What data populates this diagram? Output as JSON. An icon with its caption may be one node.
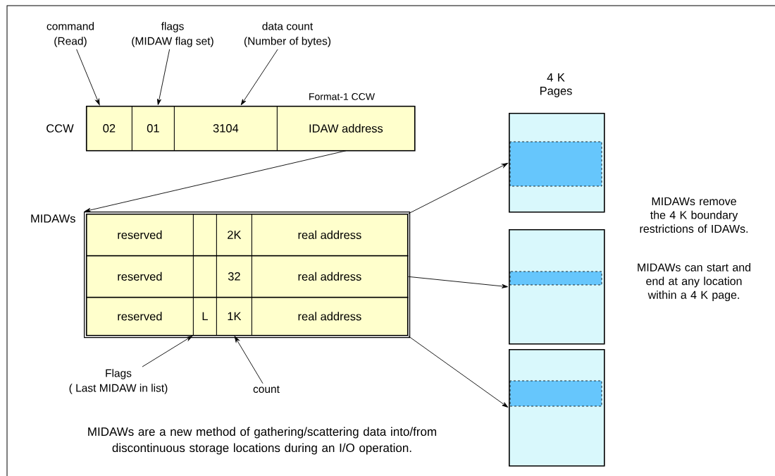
{
  "diagram": {
    "caption": "MIDAWs are a new method of gathering/scattering data into/from discontinuous storage locations during an I/O operation.",
    "nodes": [
      {
        "text": [
          "CCW"
        ],
        "beside": [
          "Format-1 CCW"
        ]
      },
      {
        "text": [
          "02"
        ],
        "in": 0
      },
      {
        "text": [
          "01"
        ],
        "in": 0
      },
      {
        "text": [
          "3104"
        ],
        "in": 0
      },
      {
        "text": [
          "IDAW address"
        ],
        "in": 0
      },
      {
        "text": [
          "command",
          "(Read)"
        ]
      },
      {
        "text": [
          "flags",
          "(MIDAW flag set)"
        ]
      },
      {
        "text": [
          "data count",
          "(Number of bytes)"
        ]
      },
      {
        "text": [
          "MIDAWs"
        ]
      },
      {
        "text": [],
        "shape": "box",
        "in": 8
      },
      {
        "text": [
          "reserved"
        ],
        "in": 9
      },
      {
        "text": [],
        "shape": "box",
        "in": 9
      },
      {
        "text": [
          "2K"
        ],
        "in": 9
      },
      {
        "text": [
          "real address"
        ],
        "in": 9
      },
      {
        "text": [],
        "shape": "box",
        "in": 8
      },
      {
        "text": [
          "reserved"
        ],
        "in": 14
      },
      {
        "text": [],
        "shape": "box",
        "in": 14
      },
      {
        "text": [
          "32"
        ],
        "in": 14
      },
      {
        "text": [
          "real address"
        ],
        "in": 14
      },
      {
        "text": [],
        "shape": "box",
        "in": 8
      },
      {
        "text": [
          "reserved"
        ],
        "in": 19
      },
      {
        "text": [
          "L"
        ],
        "in": 19
      },
      {
        "text": [
          "1K"
        ],
        "in": 19
      },
      {
        "text": [
          "real address"
        ],
        "in": 19
      },
      {
        "text": [
          "4 K Pages"
        ]
      },
      {
        "text": [],
        "shape": "box"
      },
      {
        "text": [],
        "shape": "box"
      },
      {
        "text": [
          "Flags",
          "( Last MIDAW in list)"
        ]
      },
      {
        "text": [
          "count"
        ]
      }
    ],
    "edges": [
      {
        "from": 5,
        "to": 1,
        "arrow": "to"
      },
      {
        "from": 6,
        "to": 2,
        "arrow": "to"
      },
      {
        "from": 7,
        "to": 3,
        "arrow": "to"
      },
      {
        "from": 4,
        "to": 8,
        "arrow": "to"
      },
      {
        "from": 9,
        "to": 24,
        "arrow": "to"
      },
      {
        "from": 14,
        "to": 25,
        "arrow": "to"
      },
      {
        "from": 19,
        "to": 26,
        "arrow": "to"
      },
      {
        "from": 27,
        "to": 21,
        "arrow": "to"
      },
      {
        "from": 28,
        "to": 22,
        "arrow": "to"
      }
    ],
    "labels": [
      "MIDAWs remove the 4 K boundary restrictions of IDAWs.",
      "MIDAWs can start and end at any location within a 4 K page."
    ]
  }
}
